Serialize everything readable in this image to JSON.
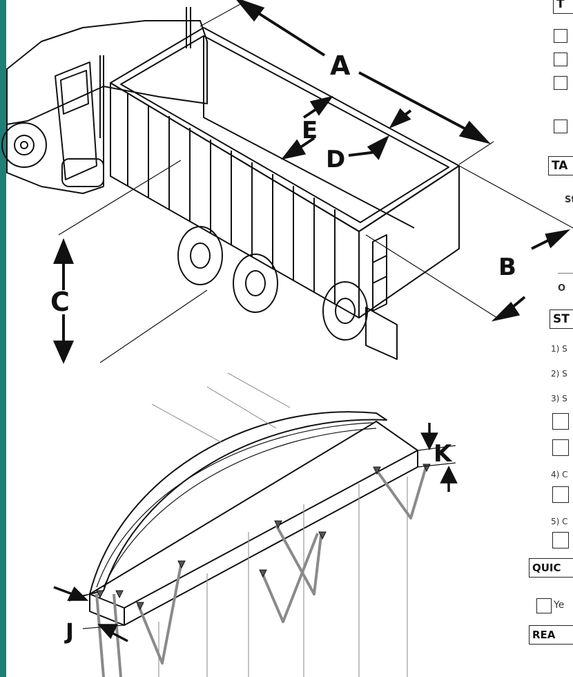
{
  "dimension_labels": {
    "a": "A",
    "b": "B",
    "c": "C",
    "d": "D",
    "e": "E",
    "j": "J",
    "k": "K"
  },
  "form": {
    "section_1_header": "T",
    "section_2_header": "TA",
    "section_2_label": "St",
    "options_label": "O",
    "section_3_header": "ST",
    "steps": [
      "1) S",
      "2) S",
      "3) S",
      "4) C",
      "5) C"
    ],
    "quick_header": "QUIC",
    "quick_option": "Ye",
    "rea_header": "REA"
  },
  "colors": {
    "accent_bar": "#1f7f78",
    "line": "#111111",
    "strap": "#8a8a8a"
  }
}
